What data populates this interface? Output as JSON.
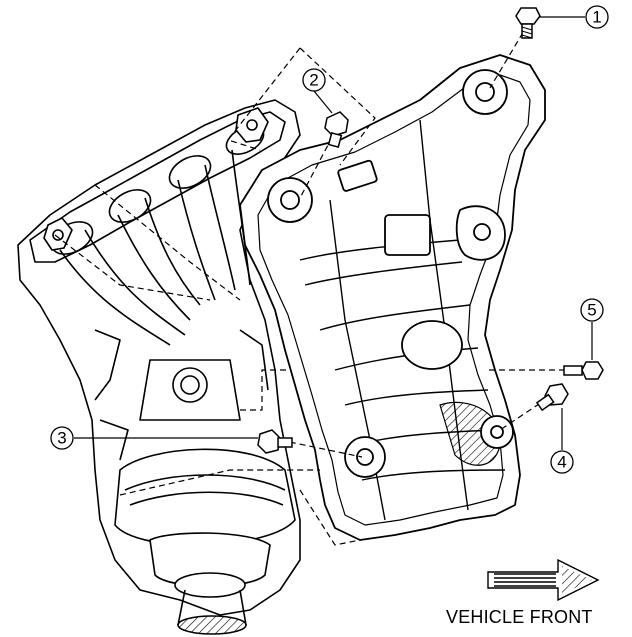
{
  "callouts": [
    {
      "id": "1",
      "label": "1"
    },
    {
      "id": "2",
      "label": "2"
    },
    {
      "id": "3",
      "label": "3"
    },
    {
      "id": "4",
      "label": "4"
    },
    {
      "id": "5",
      "label": "5"
    }
  ],
  "direction_label": "VEHICLE FRONT",
  "colors": {
    "line": "#000000",
    "fill": "#ffffff",
    "shade": "#d8d8d8"
  }
}
